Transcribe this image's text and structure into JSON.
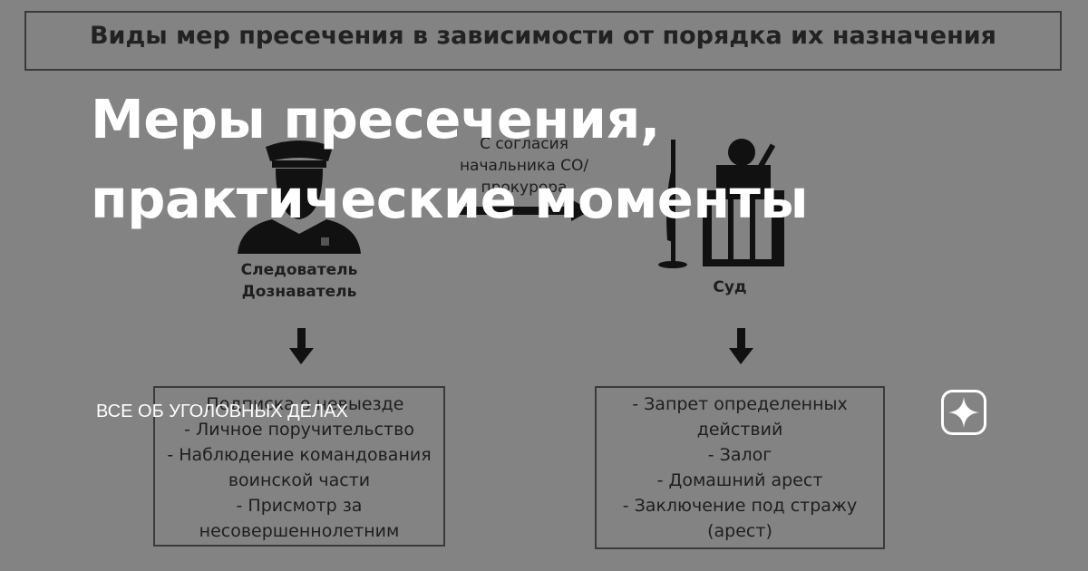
{
  "background": {
    "frame_title": "Виды мер пресечения в зависимости от порядка их назначения",
    "arrow_label_lines": [
      "С согласия",
      "начальника СО/",
      "прокурора"
    ],
    "investigator_label_lines": [
      "Следователь",
      "Дознаватель"
    ],
    "court_label": "Суд",
    "left_box_items": [
      "- Подписка о невыезде",
      "- Личное поручительство",
      "- Наблюдение командования",
      "воинской части",
      "- Присмотр за",
      "несовершеннолетним"
    ],
    "right_box_items": [
      "- Запрет определенных",
      "действий",
      "- Залог",
      "- Домашний арест",
      "- Заключение под стражу",
      "(арест)"
    ]
  },
  "headline": {
    "line1": "Меры пресечения,",
    "line2": "практические моменты"
  },
  "channel_name": "ВСЕ ОБ УГОЛОВНЫХ ДЕЛАХ",
  "colors": {
    "overlay_bg": "#838383",
    "headline": "#ffffff",
    "dark_ink": "#1e1e1e"
  },
  "icons": [
    "police-officer-icon",
    "arrow-right-icon",
    "judge-icon",
    "flag-icon",
    "arrow-down-icon",
    "zen-star-logo-icon"
  ]
}
